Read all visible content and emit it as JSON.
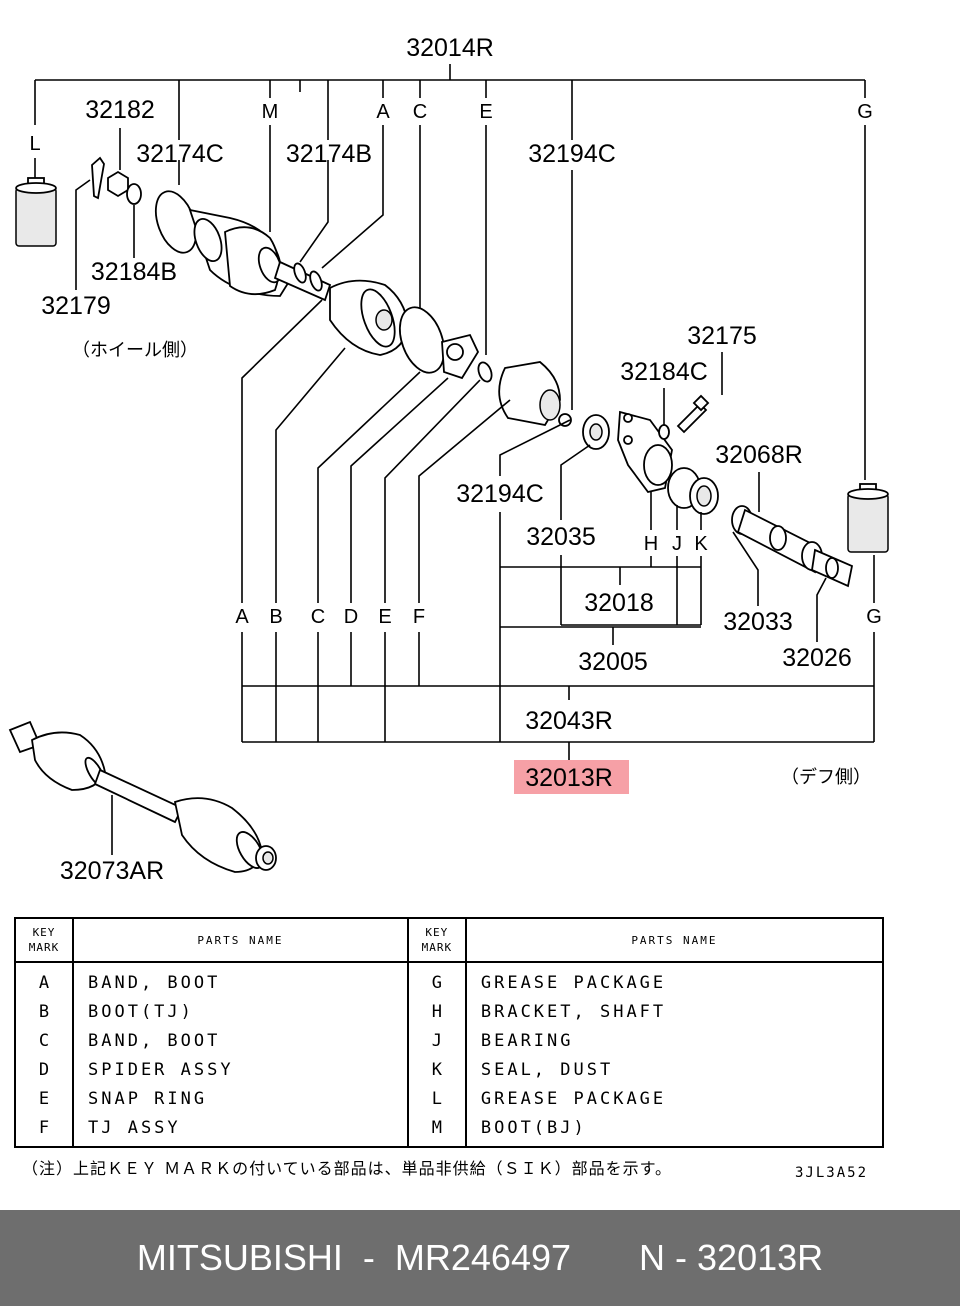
{
  "labels": {
    "top": "32014R",
    "p32182": "32182",
    "p32174C": "32174C",
    "p32174B": "32174B",
    "p32194C_top": "32194C",
    "p32184B": "32184B",
    "p32179": "32179",
    "wheel_side": "（ホイール側）",
    "p32175": "32175",
    "p32184C": "32184C",
    "p32068R": "32068R",
    "p32194C_mid": "32194C",
    "p32035": "32035",
    "p32018": "32018",
    "p32033": "32033",
    "p32005": "32005",
    "p32026": "32026",
    "p32043R": "32043R",
    "p32013R": "32013R",
    "diff_side": "（デフ側）",
    "p32073AR": "32073AR",
    "letters_top": [
      "L",
      "M",
      "A",
      "C",
      "E",
      "G"
    ],
    "letters_hjk": [
      "H",
      "J",
      "K"
    ],
    "letters_row": [
      "A",
      "B",
      "C",
      "D",
      "E",
      "F",
      "G"
    ]
  },
  "table": {
    "key_header": "KEY MARK",
    "name_header": "PARTS NAME",
    "rows": [
      {
        "k1": "A",
        "n1": "BAND, BOOT",
        "k2": "G",
        "n2": "GREASE PACKAGE"
      },
      {
        "k1": "B",
        "n1": "BOOT(TJ)",
        "k2": "H",
        "n2": "BRACKET, SHAFT"
      },
      {
        "k1": "C",
        "n1": "BAND, BOOT",
        "k2": "J",
        "n2": "BEARING"
      },
      {
        "k1": "D",
        "n1": "SPIDER ASSY",
        "k2": "K",
        "n2": "SEAL, DUST"
      },
      {
        "k1": "E",
        "n1": "SNAP RING",
        "k2": "L",
        "n2": "GREASE PACKAGE"
      },
      {
        "k1": "F",
        "n1": "TJ ASSY",
        "k2": "M",
        "n2": "BOOT(BJ)"
      }
    ]
  },
  "note": "（注）上記ＫＥＹ ＭＡＲＫの付いている部品は、単品非供給（ＳＩＫ）部品を示す。",
  "drawing_code": "3JL3A52",
  "footer": {
    "brand": "MITSUBISHI",
    "part_no": "MR246497",
    "ref": "N - 32013R"
  },
  "colors": {
    "highlight": "#f6a0a6",
    "footer_bg": "#6e6e6e"
  }
}
